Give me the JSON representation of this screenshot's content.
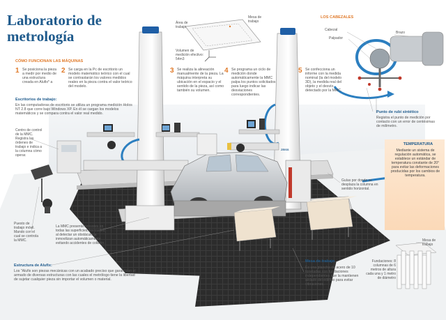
{
  "title_line1": "Laboratorio de",
  "title_line2": "metrología",
  "colors": {
    "accent": "#e07a2a",
    "title": "#1e5a8c",
    "blue": "#2c7fc0",
    "floor": "#3a3a3a",
    "temp_bg": "#fbe7d4"
  },
  "como": {
    "heading": "CÓMO FUNCIONAN LAS MÁQUINAS",
    "steps": [
      {
        "num": "1",
        "text": "Se posiciona la pieza a medir por medio de una estructura creada en Alufix* a"
      },
      {
        "num": "2",
        "text": "Se carga en la Pc de escritorio un modelo matemático teórico con el cual se contrastarán los valores medidos reales en la pieza contra el valor teórico del modelo."
      },
      {
        "num": "3",
        "text": "Se realiza la alineación manualmente de la pieza. La máquina interpreta su ubicación en el espacio y el sentido de la pieza, así como también su volumen."
      },
      {
        "num": "4",
        "text": "Se programa un ciclo de medición donde automáticamente la MMC palpa los puntos solicitados para luego indicar las desviaciones correspondientes."
      },
      {
        "num": "5",
        "text": "Se confecciona un informe con la medida nominal (la del modelo 3D), la medida real del objeto y el desvío detectado por la MMC."
      }
    ]
  },
  "escritorios": {
    "heading": "Escritorios de trabajo:",
    "text": "En las computadoras de escritorio se utiliza un programa medición Holos NT 2.8 que corre bajo Windows XP. En él se cargan los modelos matemáticos y se compara contra el valor real medido."
  },
  "centro": "Centro de control de la MMC. Registra las órdenes de trabajo e indica a la columna cómo operar.",
  "puesto": "Puesto de trabajo móvil. Mando con el cual se controla la MMC.",
  "mmc_sensors": "La MMC presenta sensores en todas las superficies, los cuales al detectar un obstáculo la inmovilizan automáticamente evitando accidentes de colisión.",
  "alufix": {
    "heading": "Estructura de Alufix:",
    "text": "Los \"Alufix son piezas mecánicas con un acabado preciso que garantizan el armado de diversas estructuras con las cuales el metrólogo tiene la libertad de sujetar cualquier pieza sin importar el volumen o material."
  },
  "area": {
    "area_label": "Área de trabajo",
    "mesa_label": "Mesa de trabajo",
    "volumen": "Volumen de medición efectivo: 54m3"
  },
  "cabezales": {
    "heading": "LOS CABEZALES",
    "cabezal": "Cabezal",
    "palpador": "Palpador",
    "brazo": "Brazo",
    "punto_heading": "Punto de rubí sintético",
    "punto_text": "Registra el punto de medición por contacto con un error de centésimas de milímetro."
  },
  "temperatura": {
    "heading": "TEMPERATURA",
    "text": "Mediante un sistema de regulación automática, se establece un estándar de temperatura constante de 20° para evitar las deformaciones producidas por los cambios de temperatura."
  },
  "guias": "Guías por donde se desplaza la columna en sentido horizontal.",
  "mesa": {
    "heading": "Mesa de trabajo",
    "text": "Es una plancha de acero de 10 toneladas con fundaciones independientes que la mantienen aislado del edificio para evitar vibraciones."
  },
  "fundaciones": {
    "mesa_label": "Mesa de trabajo",
    "text": "Fundaciones: 8 columnas de 6 metros de altura cada una y 1 metro de diámetro"
  },
  "machine_brand": "ZEISS"
}
